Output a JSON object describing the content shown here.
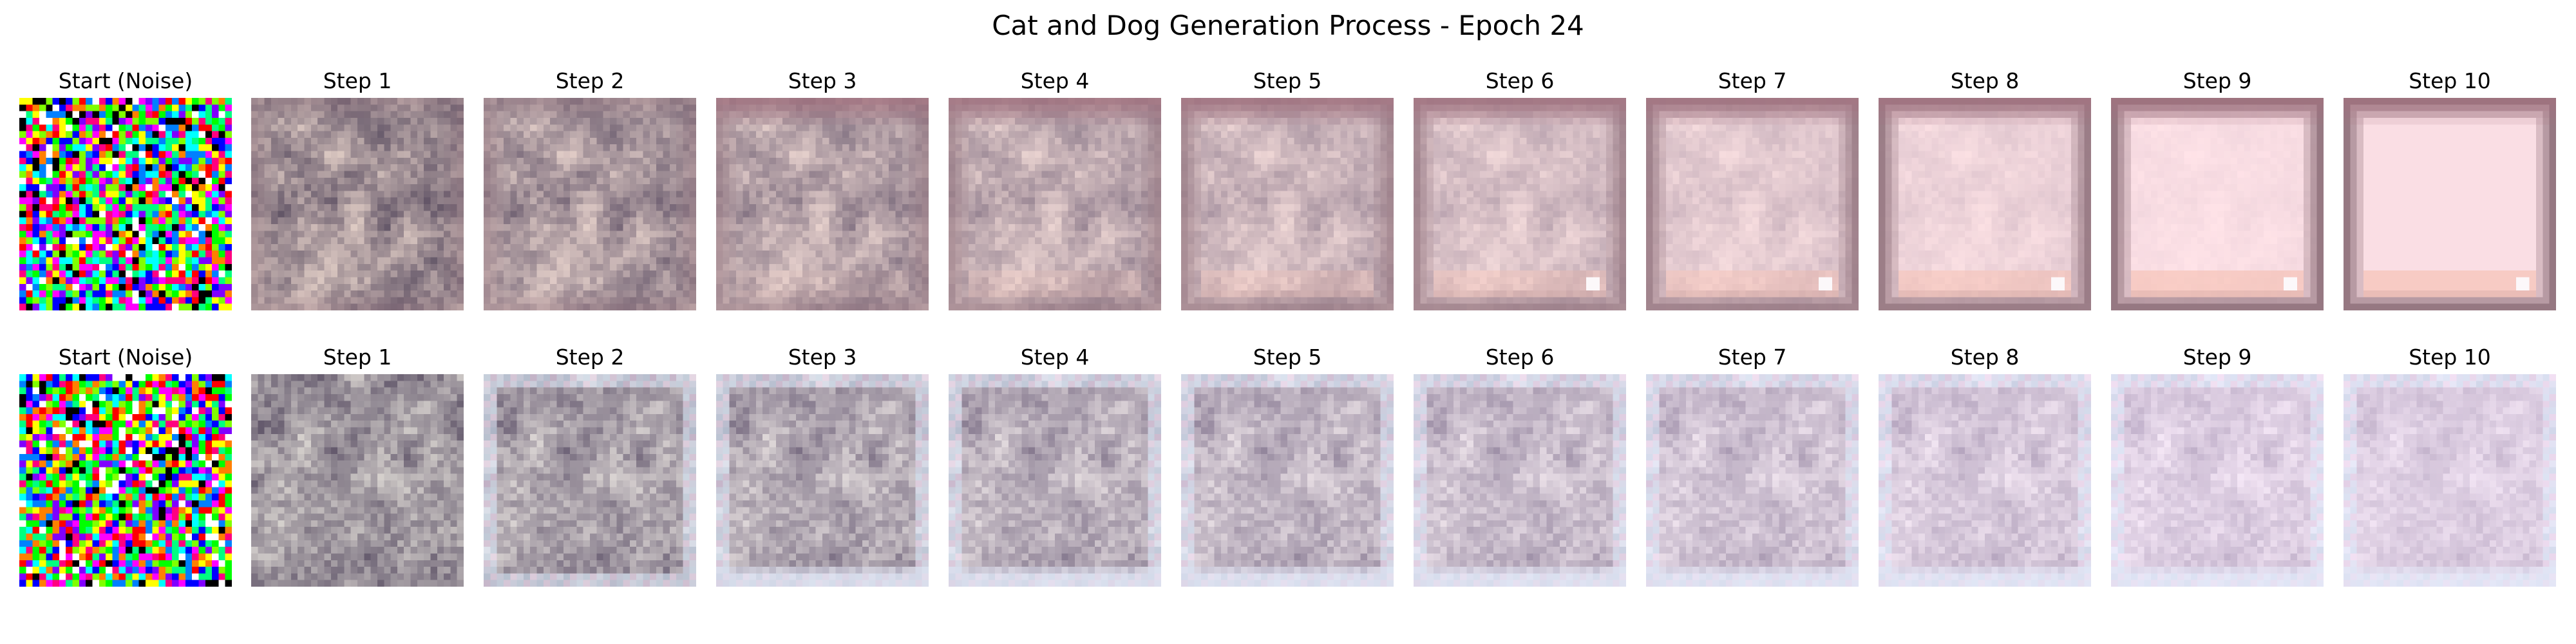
{
  "figure": {
    "title": "Cat and Dog Generation Process - Epoch 24"
  },
  "rows": [
    {
      "panels": [
        {
          "title": "Start (Noise)",
          "kind": "noise"
        },
        {
          "title": "Step 1",
          "kind": "room",
          "progress": 0.1
        },
        {
          "title": "Step 2",
          "kind": "room",
          "progress": 0.2
        },
        {
          "title": "Step 3",
          "kind": "room",
          "progress": 0.3
        },
        {
          "title": "Step 4",
          "kind": "room",
          "progress": 0.4
        },
        {
          "title": "Step 5",
          "kind": "room",
          "progress": 0.5
        },
        {
          "title": "Step 6",
          "kind": "room",
          "progress": 0.6
        },
        {
          "title": "Step 7",
          "kind": "room",
          "progress": 0.7
        },
        {
          "title": "Step 8",
          "kind": "room",
          "progress": 0.8
        },
        {
          "title": "Step 9",
          "kind": "room",
          "progress": 0.9
        },
        {
          "title": "Step 10",
          "kind": "room",
          "progress": 1.0
        }
      ]
    },
    {
      "panels": [
        {
          "title": "Start (Noise)",
          "kind": "noise"
        },
        {
          "title": "Step 1",
          "kind": "lavender",
          "progress": 0.1
        },
        {
          "title": "Step 2",
          "kind": "lavender",
          "progress": 0.2
        },
        {
          "title": "Step 3",
          "kind": "lavender",
          "progress": 0.3
        },
        {
          "title": "Step 4",
          "kind": "lavender",
          "progress": 0.4
        },
        {
          "title": "Step 5",
          "kind": "lavender",
          "progress": 0.5
        },
        {
          "title": "Step 6",
          "kind": "lavender",
          "progress": 0.6
        },
        {
          "title": "Step 7",
          "kind": "lavender",
          "progress": 0.7
        },
        {
          "title": "Step 8",
          "kind": "lavender",
          "progress": 0.8
        },
        {
          "title": "Step 9",
          "kind": "lavender",
          "progress": 0.9
        },
        {
          "title": "Step 10",
          "kind": "lavender",
          "progress": 1.0
        }
      ]
    }
  ]
}
